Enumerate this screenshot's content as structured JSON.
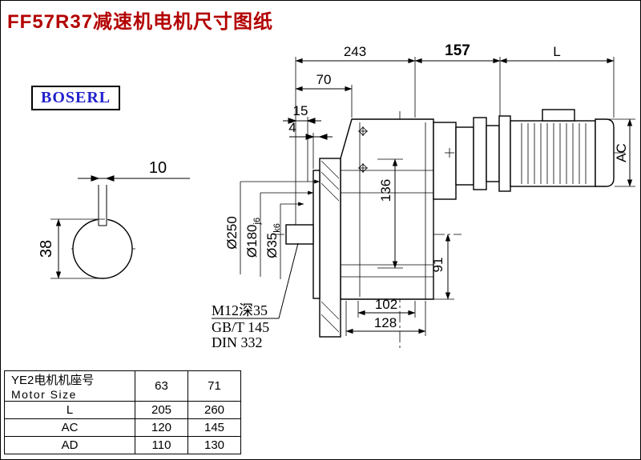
{
  "page": {
    "title": "FF57R37减速机电机尺寸图纸",
    "brand": "BOSERL"
  },
  "drawing": {
    "dims": {
      "d243": "243",
      "d157": "157",
      "dL": "L",
      "d70": "70",
      "d15": "15",
      "d4": "4",
      "d10": "10",
      "d38": "38",
      "d136": "136",
      "d91": "91",
      "d102": "102",
      "d128": "128",
      "dAC": "AC",
      "dia250": "Ø250",
      "dia180": "Ø180",
      "dia180_tol": "j6",
      "dia35": "Ø35",
      "dia35_tol": "k6"
    },
    "notes": {
      "tap": "M12深35",
      "thread_std": "GB/T 145",
      "center_std": "DIN 332"
    }
  },
  "table": {
    "header_cn": "YE2电机机座号",
    "header_en": "Motor Size",
    "col_headers": [
      "63",
      "71"
    ],
    "rows": [
      {
        "label": "L",
        "values": [
          "205",
          "260"
        ]
      },
      {
        "label": "AC",
        "values": [
          "120",
          "145"
        ]
      },
      {
        "label": "AD",
        "values": [
          "110",
          "130"
        ]
      }
    ]
  },
  "colors": {
    "title": "#b30000",
    "brand": "#2222cc",
    "line": "#000000"
  }
}
